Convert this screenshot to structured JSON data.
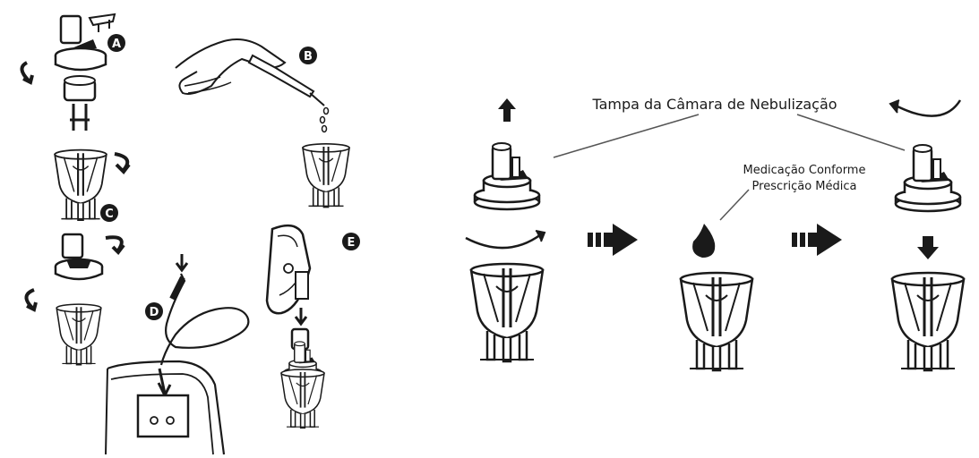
{
  "left_panel": {
    "steps": {
      "a": "A",
      "b": "B",
      "c": "C",
      "d": "D",
      "e": "E"
    }
  },
  "right_panel": {
    "chamber_lid_label": "Tampa da Câmara de Nebulização",
    "medication_label_line1": "Medicação Conforme",
    "medication_label_line2": "Prescrição Médica"
  },
  "colors": {
    "ink": "#1a1a1a",
    "background": "#ffffff"
  }
}
